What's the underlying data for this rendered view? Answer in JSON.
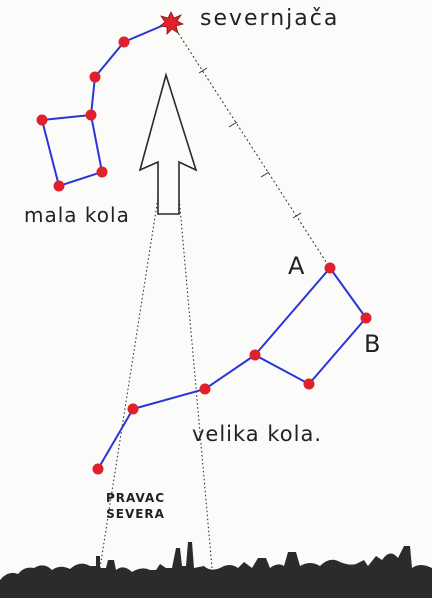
{
  "labels": {
    "polaris": "severnjača",
    "little_dipper": "mala kola",
    "big_dipper": "velika kola.",
    "star_a": "A",
    "star_b": "B",
    "north_direction_line1": "PRAVAC",
    "north_direction_line2": "SEVERA"
  },
  "colors": {
    "constellation_line": "#2b35d6",
    "star": "#e0202a",
    "ink": "#222222",
    "background": "#fbfbf9"
  },
  "icons": {
    "polaris": "star-burst-icon",
    "north_arrow": "arrow-up-icon",
    "horizon": "skyline-silhouette"
  }
}
